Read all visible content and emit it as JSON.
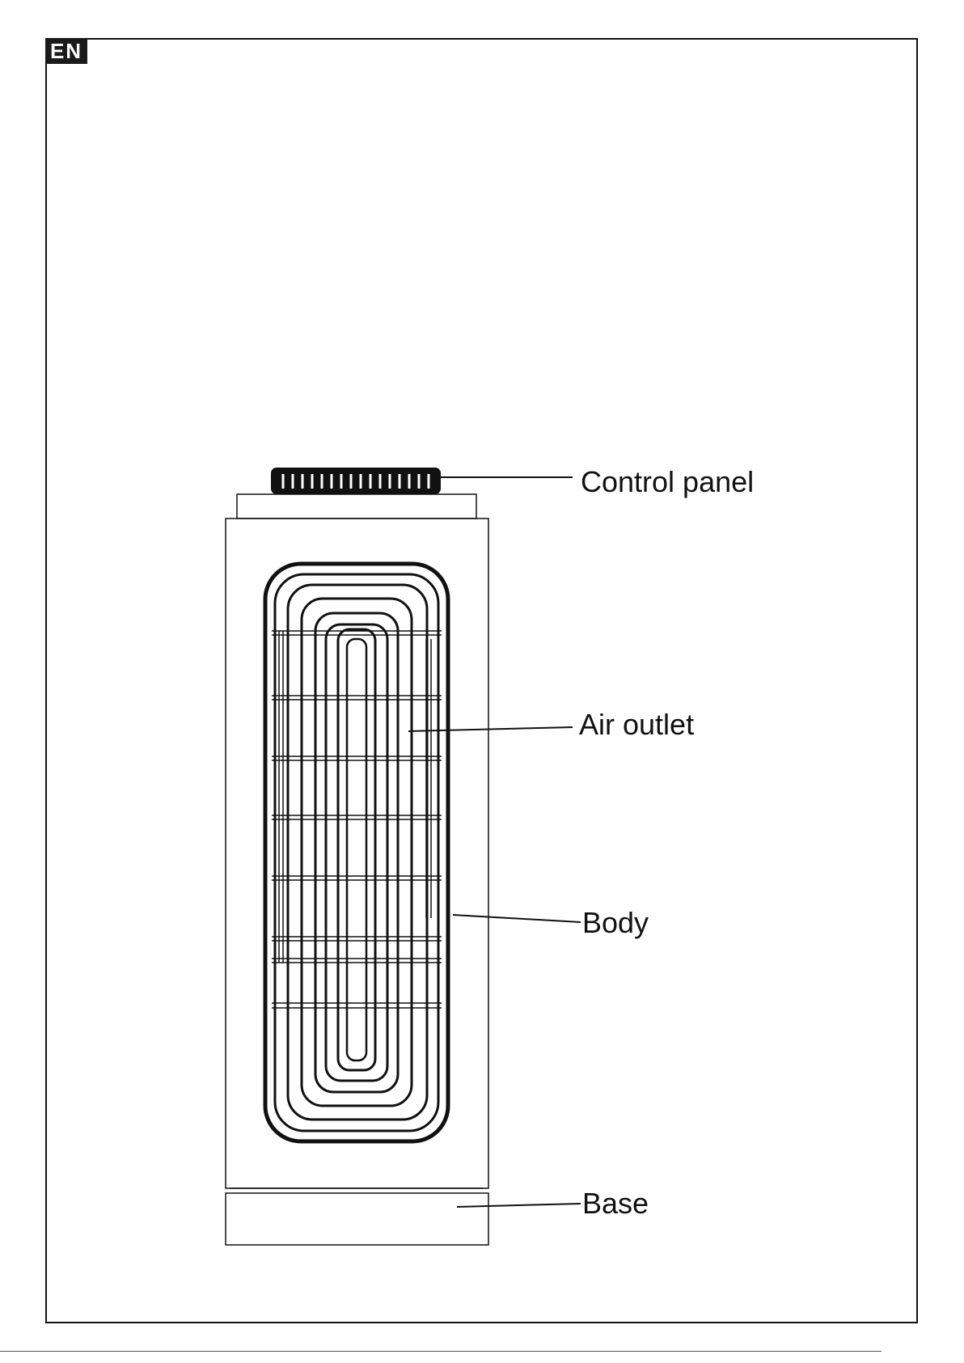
{
  "header": {
    "language_badge": "EN"
  },
  "diagram": {
    "labels": {
      "control_panel": "Control panel",
      "air_outlet": "Air outlet",
      "body": "Body",
      "base": "Base"
    }
  },
  "colors": {
    "line": "#111111",
    "badge_background": "#1a1a1a",
    "badge_text": "#ffffff"
  }
}
